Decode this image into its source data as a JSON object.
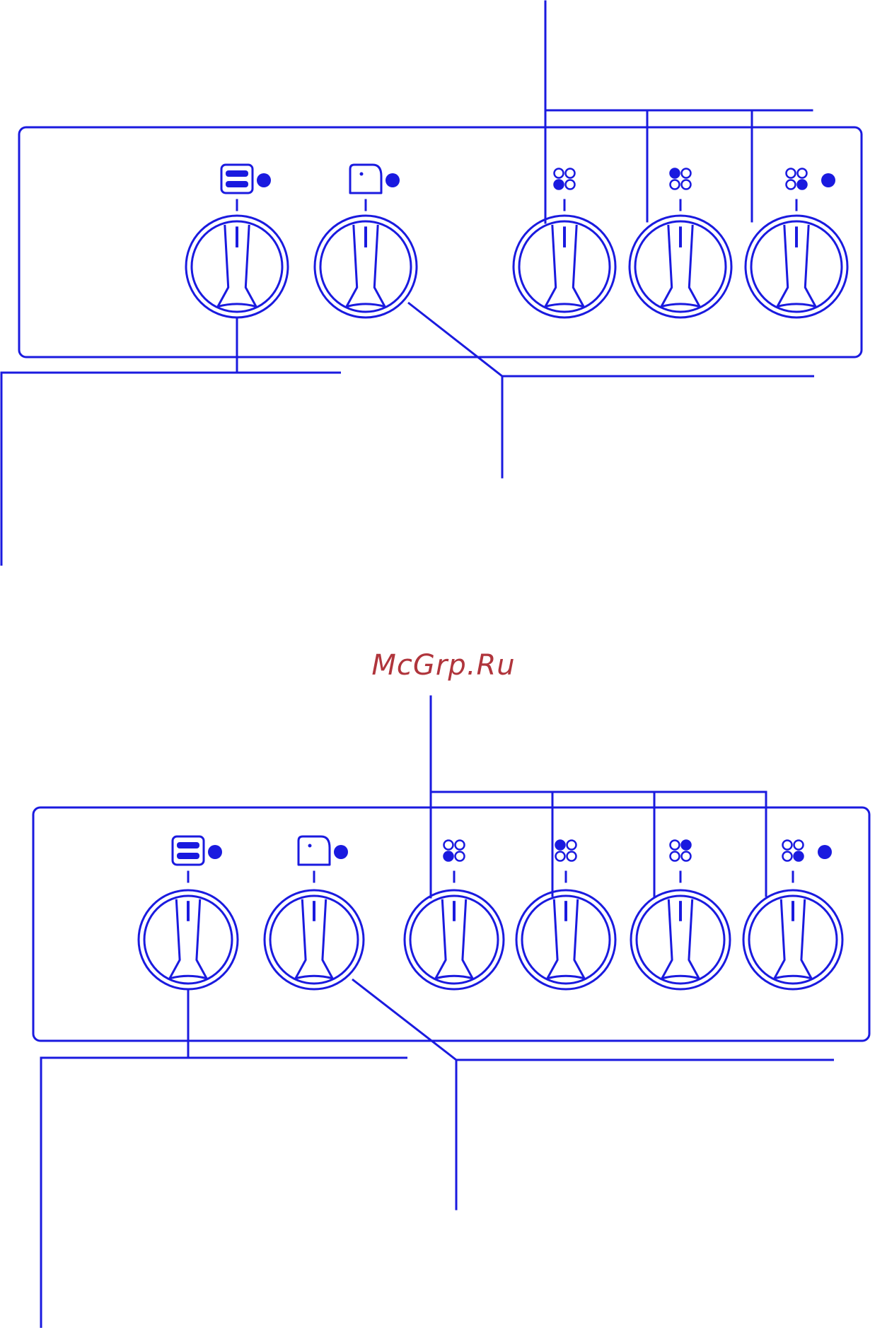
{
  "watermark": {
    "text": "McGrp.Ru",
    "color": "#b0353c"
  },
  "colors": {
    "line": "#1a1adf",
    "fill": "#1a1adf",
    "background": "#ffffff"
  },
  "panels": [
    {
      "name": "control-panel-5-knobs",
      "knobs": [
        {
          "role": "oven-grill",
          "symbol": "grill-icon",
          "indicator_light": true
        },
        {
          "role": "oven-thermostat",
          "symbol": "oven-icon",
          "indicator_light": true
        },
        {
          "role": "hob-zone",
          "symbol": "zone-front-left-icon",
          "indicator_light": false
        },
        {
          "role": "hob-zone",
          "symbol": "zone-rear-left-icon",
          "indicator_light": false
        },
        {
          "role": "hob-zone",
          "symbol": "zone-front-right-icon",
          "indicator_light": true
        }
      ]
    },
    {
      "name": "control-panel-6-knobs",
      "knobs": [
        {
          "role": "oven-grill",
          "symbol": "grill-icon",
          "indicator_light": true
        },
        {
          "role": "oven-thermostat",
          "symbol": "oven-icon",
          "indicator_light": true
        },
        {
          "role": "hob-zone",
          "symbol": "zone-front-left-icon",
          "indicator_light": false
        },
        {
          "role": "hob-zone",
          "symbol": "zone-rear-left-icon",
          "indicator_light": false
        },
        {
          "role": "hob-zone",
          "symbol": "zone-rear-right-icon",
          "indicator_light": false
        },
        {
          "role": "hob-zone",
          "symbol": "zone-front-right-icon",
          "indicator_light": true
        }
      ]
    }
  ]
}
